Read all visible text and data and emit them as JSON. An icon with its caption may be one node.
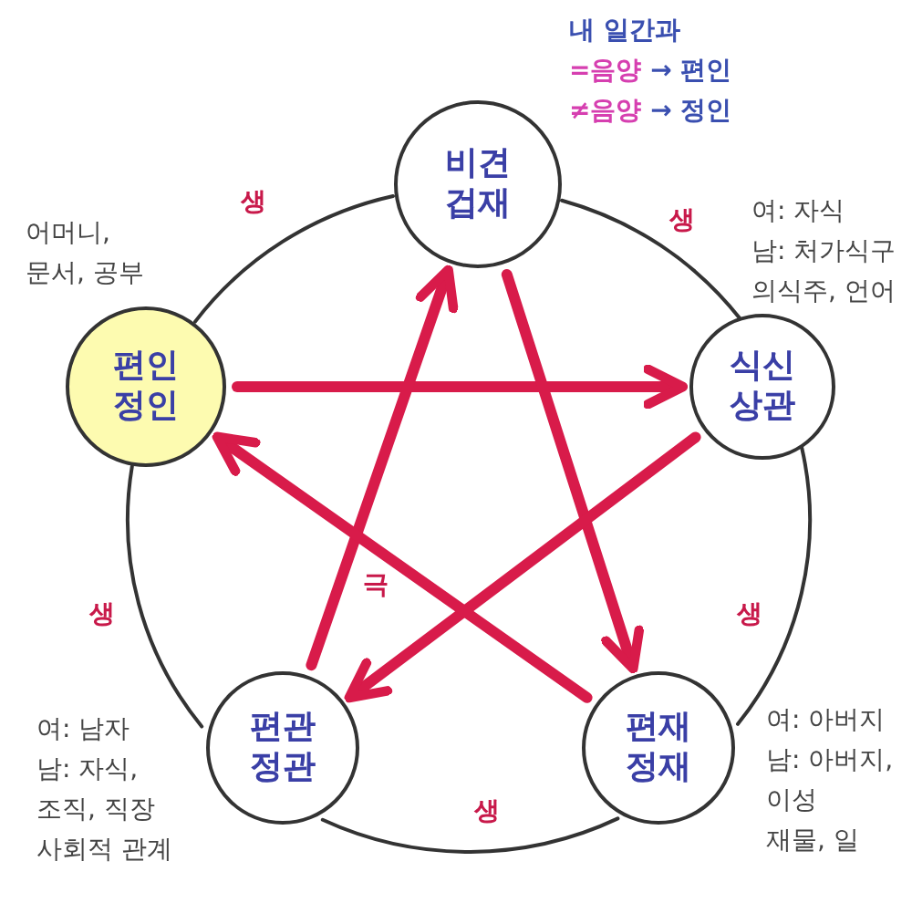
{
  "diagram": {
    "nodes": [
      {
        "text": [
          "비견 겁재"
        ]
      },
      {
        "text": [
          "식신 상관"
        ],
        "beside": [
          "여: 자식",
          "남: 처가식구",
          "의식주, 언어"
        ]
      },
      {
        "text": [
          "편재 정재"
        ],
        "beside": [
          "여: 아버지",
          "남: 아버지,",
          "이성",
          "재물, 일"
        ]
      },
      {
        "text": [
          "편관 정관"
        ],
        "beside": [
          "여: 남자",
          "남: 자식,",
          "조직, 직장",
          "사회적 관계"
        ]
      },
      {
        "text": [
          "편인 정인"
        ],
        "beside": [
          "어머니,",
          "문서, 공부"
        ]
      }
    ],
    "edges": [
      {
        "from": 4,
        "to": 0,
        "arrow": "none",
        "label": "생"
      },
      {
        "from": 0,
        "to": 1,
        "arrow": "none",
        "label": "생"
      },
      {
        "from": 1,
        "to": 2,
        "arrow": "none",
        "label": "생"
      },
      {
        "from": 2,
        "to": 3,
        "arrow": "none",
        "label": "생"
      },
      {
        "from": 3,
        "to": 4,
        "arrow": "none",
        "label": "생"
      },
      {
        "from": 4,
        "to": 1,
        "arrow": "to",
        "style": "thick",
        "color": "#d81b4a"
      },
      {
        "from": 3,
        "to": 0,
        "arrow": "to",
        "style": "thick",
        "color": "#d81b4a"
      },
      {
        "from": 0,
        "to": 2,
        "arrow": "to",
        "style": "thick",
        "color": "#d81b4a"
      },
      {
        "from": 1,
        "to": 3,
        "arrow": "to",
        "style": "thick",
        "color": "#d81b4a"
      },
      {
        "from": 2,
        "to": 4,
        "arrow": "to",
        "style": "thick",
        "color": "#d81b4a"
      }
    ],
    "labels": [
      "내 일간과",
      "=음양 → 편인",
      "≠음양 → 정인",
      "극"
    ]
  }
}
